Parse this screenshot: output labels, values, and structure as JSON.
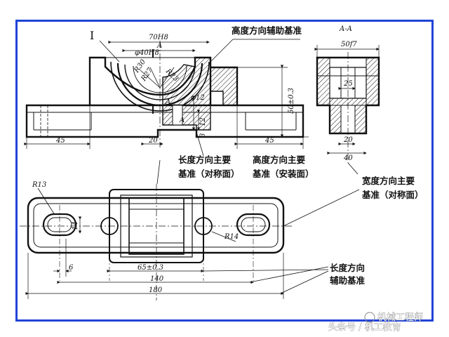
{
  "labels": {
    "height_aux": "高度方向辅助基准",
    "length_main_1": "长度方向主要",
    "length_main_2": "基准（对称面）",
    "height_main_1": "高度方向主要",
    "height_main_2": "基准（安装面）",
    "width_main_1": "宽度方向主要",
    "width_main_2": "基准（对称面）",
    "length_aux_1": "长度方向",
    "length_aux_2": "辅助基准"
  },
  "section": {
    "marker": "I",
    "view_label": "A-A",
    "cut_a": "A"
  },
  "dims": {
    "d70h8": "70H8",
    "d40h8": "φ40H8",
    "r30": "R30",
    "r27": "R27",
    "r23": "R23",
    "d12": "φ12",
    "h50": "50±0.3",
    "h12": "12",
    "h3": "3",
    "l45a": "45",
    "l20a": "20",
    "l45b": "45",
    "w50f7": "50f7",
    "w25": "25",
    "w20": "20",
    "w40": "40",
    "r13": "R13",
    "h14": "14",
    "r14": "R14",
    "l6": "6",
    "l65": "65±0.3",
    "l140": "140",
    "l180": "180"
  },
  "watermark": {
    "brand": "机械工程师",
    "source": "头条号 / 机工教育"
  },
  "colors": {
    "frame": "#1f44d8",
    "line": "#111111",
    "hatch": "#111111"
  }
}
